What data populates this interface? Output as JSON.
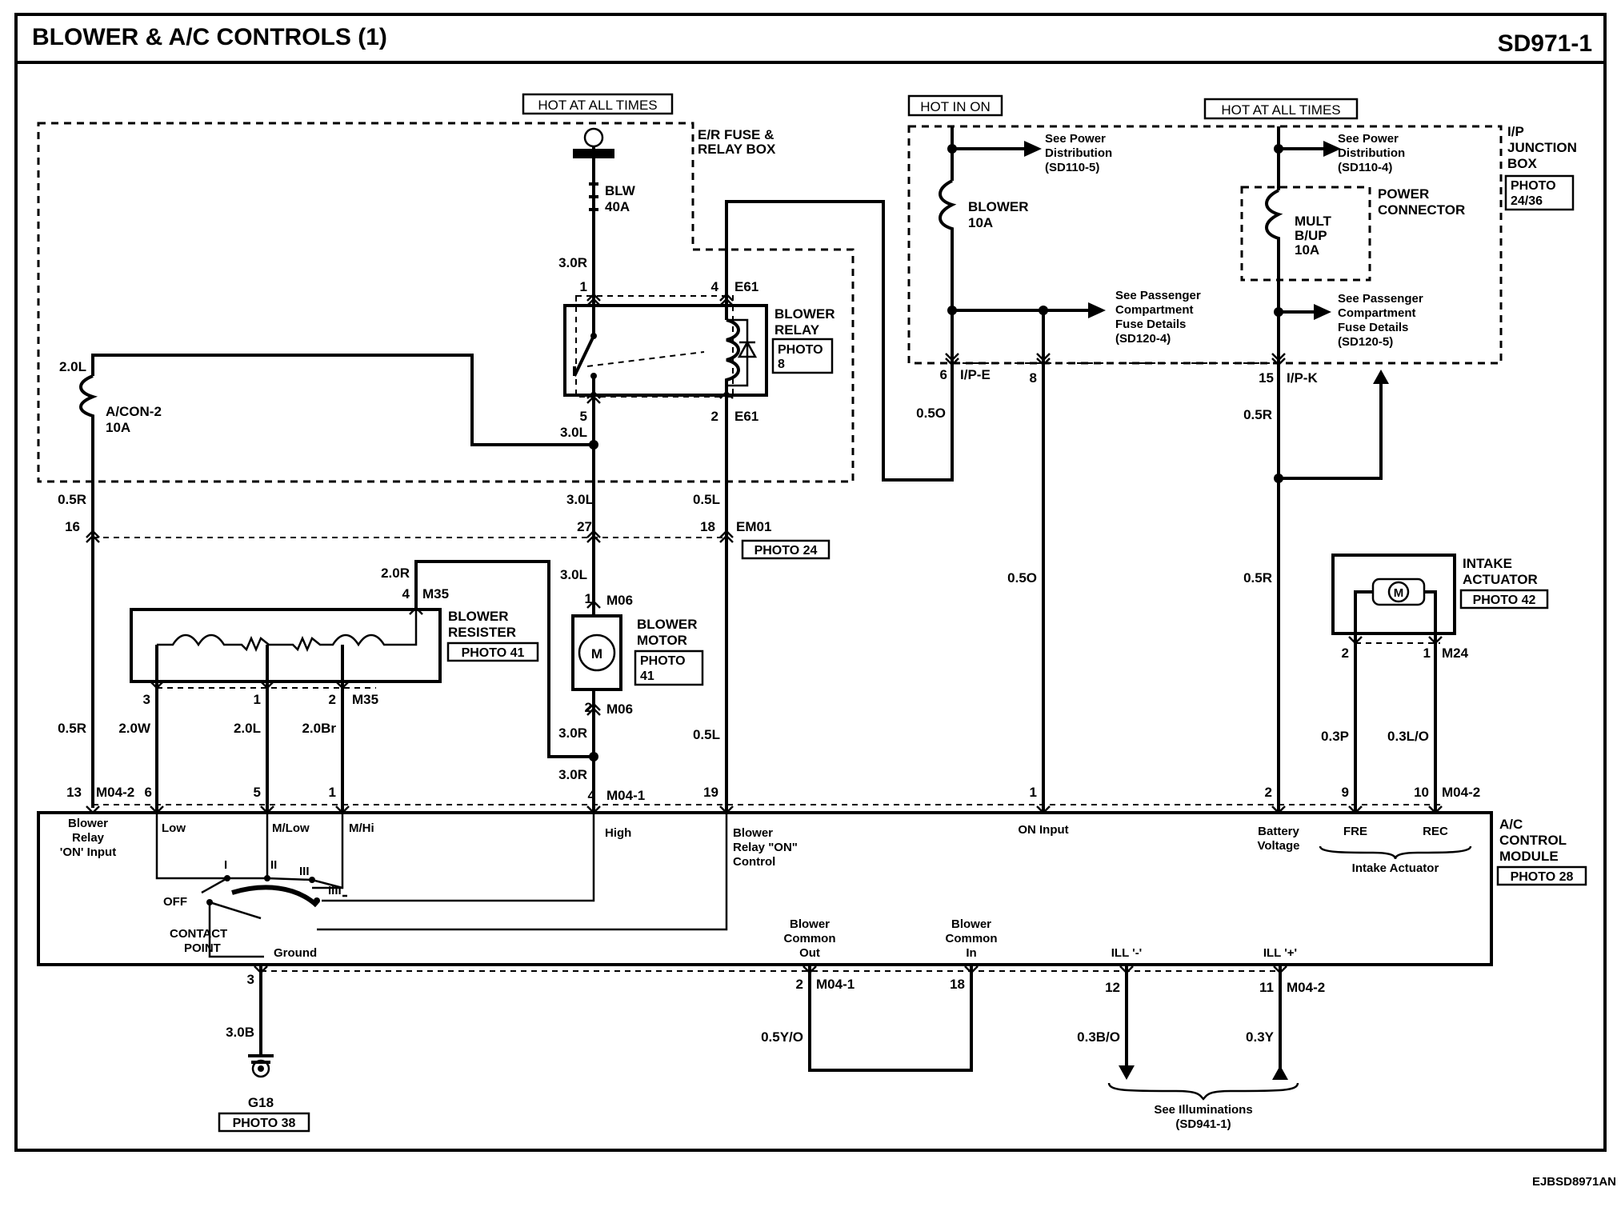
{
  "header": {
    "title": "BLOWER & A/C CONTROLS (1)",
    "code": "SD971-1"
  },
  "footer": {
    "code": "EJBSD8971AN"
  },
  "power": {
    "hot_left": "HOT AT ALL TIMES",
    "hot_mid": "HOT IN ON",
    "hot_right": "HOT AT ALL TIMES",
    "er_box": [
      "E/R FUSE &",
      "RELAY BOX"
    ],
    "ip_box": [
      "I/P",
      "JUNCTION",
      "BOX"
    ],
    "ip_photo": [
      "PHOTO",
      "24/36"
    ],
    "power_connector": [
      "POWER",
      "CONNECTOR"
    ],
    "see_pd_1": [
      "See Power",
      "Distribution",
      "(SD110-5)"
    ],
    "see_pd_2": [
      "See Power",
      "Distribution",
      "(SD110-4)"
    ],
    "see_pc_1": [
      "See Passenger",
      "Compartment",
      "Fuse Details",
      "(SD120-4)"
    ],
    "see_pc_2": [
      "See Passenger",
      "Compartment",
      "Fuse Details",
      "(SD120-5)"
    ]
  },
  "fuses": {
    "blw": [
      "BLW",
      "40A"
    ],
    "acon": [
      "A/CON-2",
      "10A"
    ],
    "blower": [
      "BLOWER",
      "10A"
    ],
    "mult": [
      "MULT",
      "B/UP",
      "10A"
    ]
  },
  "components": {
    "blower_relay": [
      "BLOWER",
      "RELAY"
    ],
    "relay_photo": [
      "PHOTO",
      "8"
    ],
    "blower_resister": [
      "BLOWER",
      "RESISTER"
    ],
    "resister_photo": "PHOTO 41",
    "blower_motor": [
      "BLOWER",
      "MOTOR"
    ],
    "motor_photo": [
      "PHOTO",
      "41"
    ],
    "motor_symbol": "M",
    "em01_photo": "PHOTO 24",
    "intake_actuator": [
      "INTAKE",
      "ACTUATOR"
    ],
    "intake_photo": "PHOTO 42",
    "ac_module": [
      "A/C",
      "CONTROL",
      "MODULE"
    ],
    "ac_photo": "PHOTO 28",
    "ground": "G18",
    "ground_photo": "PHOTO 38"
  },
  "connectors": {
    "e61": "E61",
    "em01": "EM01",
    "m06": "M06",
    "m35": "M35",
    "m04_1": "M04-1",
    "m04_2": "M04-2",
    "m24": "M24",
    "ipe": "I/P-E",
    "ipk": "I/P-K"
  },
  "pins": {
    "p1": "1",
    "p2": "2",
    "p3": "3",
    "p4": "4",
    "p5": "5",
    "p6": "6",
    "p8": "8",
    "p9": "9",
    "p10": "10",
    "p11": "11",
    "p12": "12",
    "p13": "13",
    "p15": "15",
    "p16": "16",
    "p18": "18",
    "p19": "19",
    "p27": "27"
  },
  "wires": {
    "w30R": "3.0R",
    "w20L": "2.0L",
    "w05R": "0.5R",
    "w30L": "3.0L",
    "w05L": "0.5L",
    "w05O": "0.5O",
    "w20R": "2.0R",
    "w20W": "2.0W",
    "w20Br": "2.0Br",
    "w03P": "0.3P",
    "w03LO": "0.3L/O",
    "w30B": "3.0B",
    "w05YO": "0.5Y/O",
    "w03BO": "0.3B/O",
    "w03Y": "0.3Y"
  },
  "module_labels": {
    "blower_relay_on_input": [
      "Blower",
      "Relay",
      "'ON' Input"
    ],
    "low": "Low",
    "mlow": "M/Low",
    "mhi": "M/Hi",
    "high": "High",
    "blower_relay_on_control": [
      "Blower",
      "Relay \"ON\"",
      "Control"
    ],
    "on_input": "ON Input",
    "battery_voltage": [
      "Battery",
      "Voltage"
    ],
    "fre": "FRE",
    "rec": "REC",
    "intake_actuator": "Intake Actuator",
    "off": "OFF",
    "contact_point": [
      "CONTACT",
      "POINT"
    ],
    "ground": "Ground",
    "pos_1": "I",
    "pos_2": "II",
    "pos_3": "III",
    "pos_4": "IIII",
    "blower_common_out": [
      "Blower",
      "Common",
      "Out"
    ],
    "blower_common_in": [
      "Blower",
      "Common",
      "In"
    ],
    "ill_minus": "ILL '-'",
    "ill_plus": "ILL '+'",
    "see_ill": [
      "See Illuminations",
      "(SD941-1)"
    ]
  }
}
